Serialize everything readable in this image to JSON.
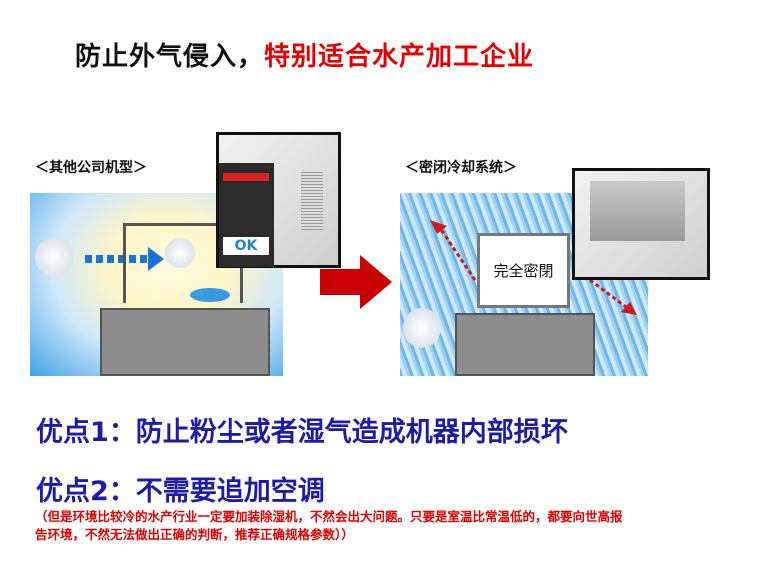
{
  "title": {
    "part1": "防止外气侵入，",
    "part2": "特别适合水产加工企业"
  },
  "left": {
    "label": "＜其他公司机型＞",
    "screen_text": "OK"
  },
  "right": {
    "label": "＜密闭冷却系统＞",
    "sealed_text": "完全密閉"
  },
  "advantages": [
    {
      "text": "优点1：防止粉尘或者湿气造成机器内部损坏"
    },
    {
      "text": "优点2：不需要追加空调"
    }
  ],
  "note": {
    "line1": "（但是环境比较冷的水产行业一定要加装除湿机，不然会出大问题。只要是室温比常温低的，都要向世高报",
    "line2": "告环境，不然无法做出正确的判断，推荐正确规格参数））"
  },
  "colors": {
    "accent_red": "#e60000",
    "advantage_blue": "#1c1ca8"
  }
}
